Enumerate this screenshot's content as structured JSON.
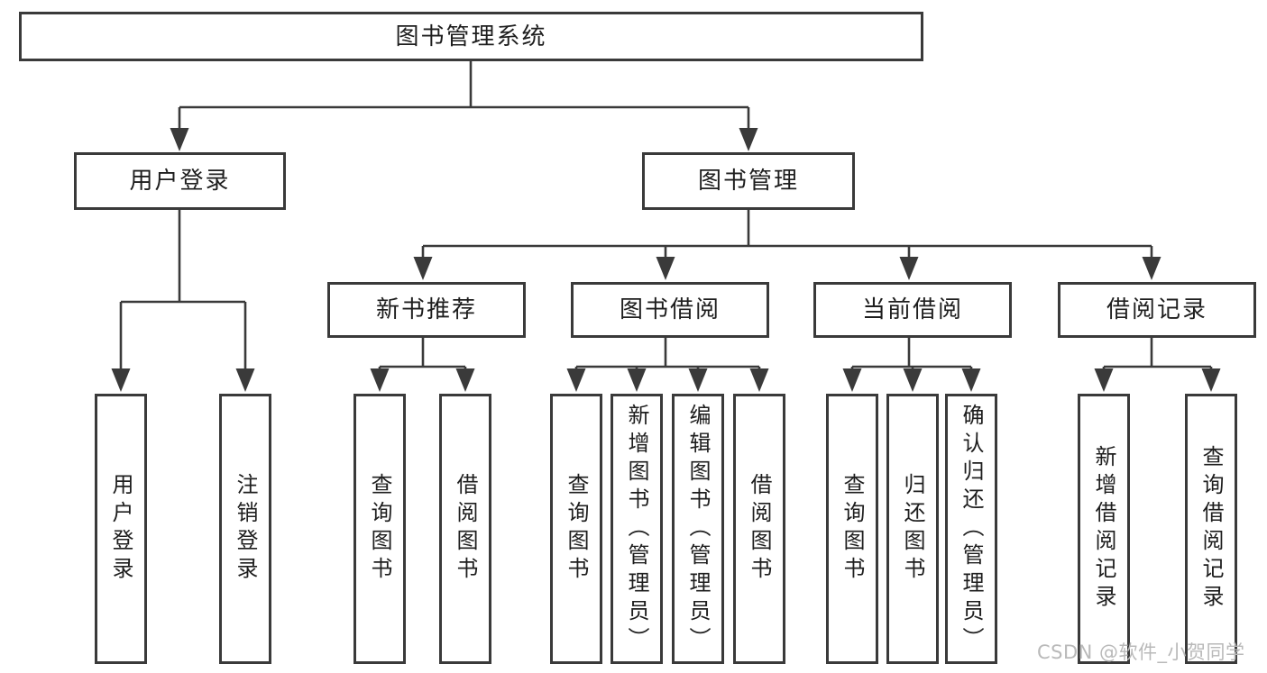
{
  "tree": {
    "root": {
      "label": "图书管理系统"
    },
    "branches": [
      {
        "label": "用户登录",
        "children": [
          {
            "label": "用户登录"
          },
          {
            "label": "注销登录"
          }
        ]
      },
      {
        "label": "图书管理",
        "children": [
          {
            "label": "新书推荐",
            "children": [
              {
                "label": "查询图书"
              },
              {
                "label": "借阅图书"
              }
            ]
          },
          {
            "label": "图书借阅",
            "children": [
              {
                "label": "查询图书"
              },
              {
                "label": "新增图书（管理员）"
              },
              {
                "label": "编辑图书（管理员）"
              },
              {
                "label": "借阅图书"
              }
            ]
          },
          {
            "label": "当前借阅",
            "children": [
              {
                "label": "查询图书"
              },
              {
                "label": "归还图书"
              },
              {
                "label": "确认归还（管理员）"
              }
            ]
          },
          {
            "label": "借阅记录",
            "children": [
              {
                "label": "新增借阅记录"
              },
              {
                "label": "查询借阅记录"
              }
            ]
          }
        ]
      }
    ]
  },
  "watermark": {
    "text": "CSDN @软件_小贺同学"
  },
  "colors": {
    "line": "#3a3a3a",
    "text": "#1e1e1e",
    "watermark": "#b9b9b9",
    "background": "#ffffff"
  }
}
